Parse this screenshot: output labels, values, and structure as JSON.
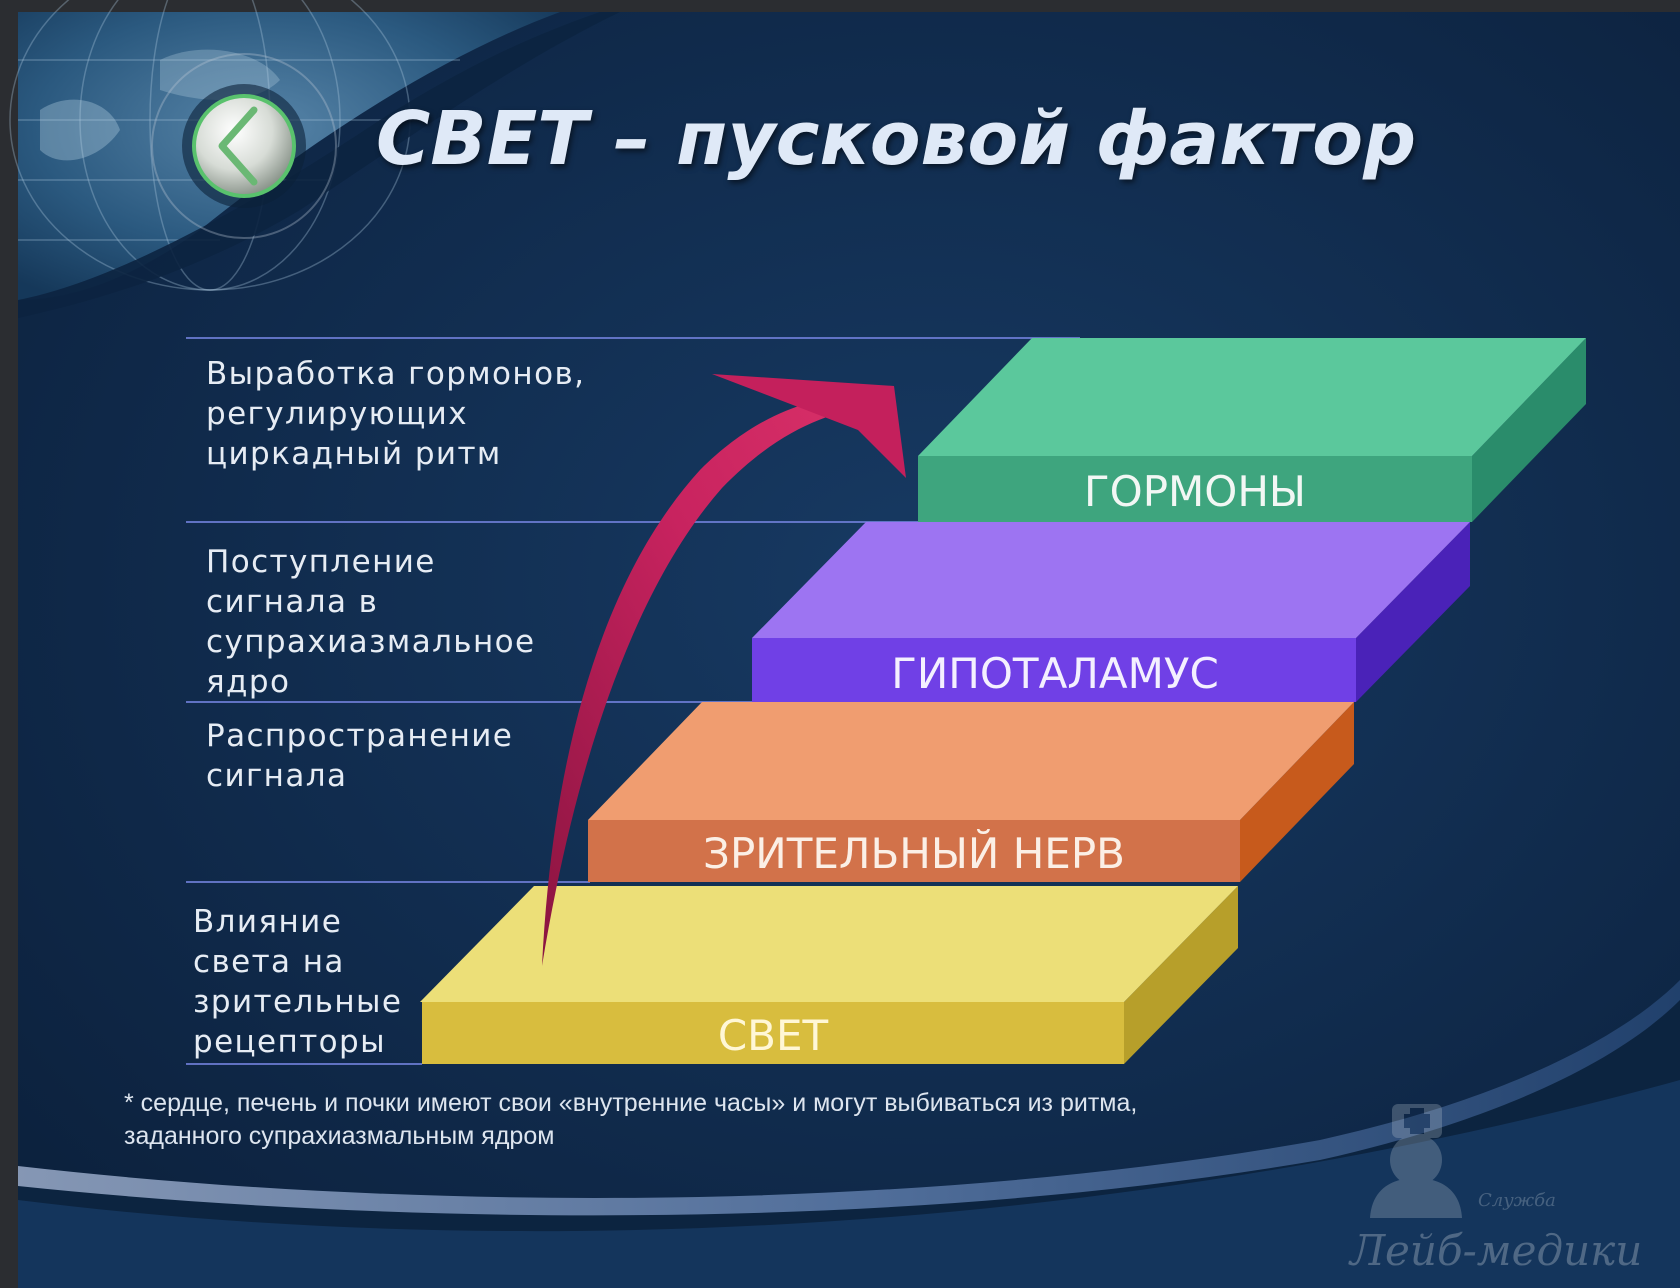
{
  "slide": {
    "title": "СВЕТ – пусковой фактор",
    "nav_icon": "back-arrow-icon"
  },
  "levels": [
    {
      "description": "Выработка гормонов,\nрегулирующих\nциркадный ритм",
      "step": "ГОРМОНЫ",
      "color": "#5ac89c"
    },
    {
      "description": "Поступление\nсигнала в\nсупрахиазмальное\nядро",
      "step": "ГИПОТАЛАМУС",
      "color": "#9b72f0"
    },
    {
      "description": "Распространение\nсигнала",
      "step": "ЗРИТЕЛЬНЫЙ НЕРВ",
      "color": "#ef9a6c"
    },
    {
      "description": "Влияние\nсвета на\nзрительные\nрецепторы",
      "step": "СВЕТ",
      "color": "#ece07a"
    }
  ],
  "footnote": "* сердце, печень и почки имеют свои «внутренние часы» и могут выбиваться из ритма,\nзаданного супрахиазмальным ядром",
  "watermark": {
    "brand": "Лейб-медики",
    "caption": "Служба"
  },
  "colors": {
    "background": "#0f2745",
    "arrow": "#c41f5a"
  }
}
